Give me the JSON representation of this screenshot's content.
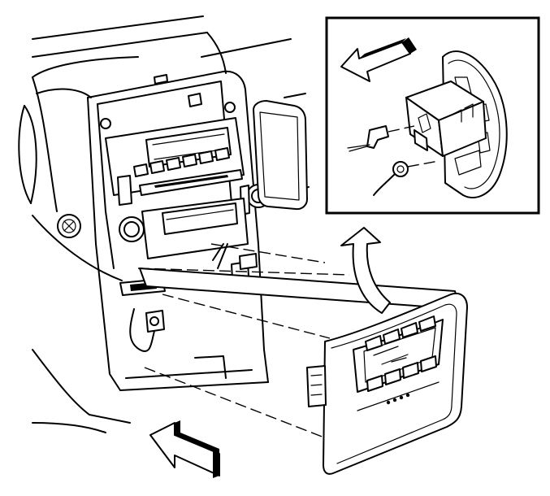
{
  "diagram": {
    "components": [
      "instrument-panel",
      "center-stack-bezel",
      "radio",
      "climate-control-module",
      "hvac-control-knob",
      "bulb-socket",
      "lock-cylinder-detail"
    ],
    "arrows": [
      "removal-direction-arrow",
      "rotate-up-arrow",
      "install-direction-arrow"
    ],
    "has_inset_detail": true
  }
}
